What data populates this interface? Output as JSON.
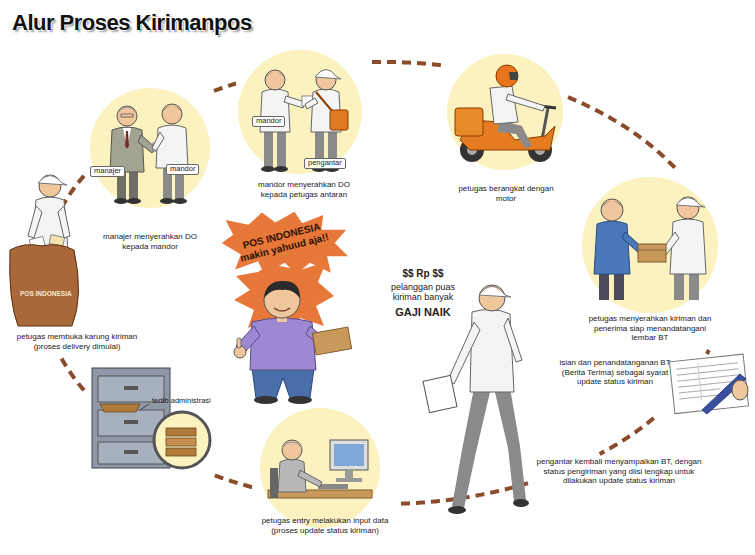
{
  "diagram": {
    "title": "Alur Proses Kirimanpos",
    "nodes": [
      {
        "text": [
          "manajer",
          "mandor",
          "manajer menyerahkan DO kepada mandor"
        ]
      },
      {
        "text": [
          "mandor",
          "pengantar",
          "mandor menyerahkan DO kepada petugas antaran"
        ]
      },
      {
        "text": [
          "petugas berangkat dengan motor"
        ]
      },
      {
        "text": [
          "petugas menyerahkan kiriman dan penerima siap menandatangani lembar BT"
        ]
      },
      {
        "text": [
          "isian dan penandatanganan BT (Berita Terima) sebagai syarat update status kiriman"
        ]
      },
      {
        "text": [
          "pengantar kembali menyampaikan BT, dengan status pengiriman yang diisi lengkap untuk dilakukan update status kiriman"
        ]
      },
      {
        "text": [
          "petugas entry melakukan input data (proses update status kiriman)"
        ]
      },
      {
        "text": [
          "tertib administrasi"
        ]
      },
      {
        "text": [
          "POS INDONESIA",
          "petugas membuka karung kiriman (proses delivery dimulai)"
        ]
      },
      {
        "text": [
          "POS INDONESIA makin yahuud aja!!"
        ]
      }
    ],
    "edges": [
      {
        "from": 0,
        "to": 1,
        "arrow": "none"
      },
      {
        "from": 1,
        "to": 2,
        "arrow": "none"
      },
      {
        "from": 2,
        "to": 3,
        "arrow": "none"
      },
      {
        "from": 3,
        "to": 4,
        "arrow": "none"
      },
      {
        "from": 4,
        "to": 5,
        "arrow": "none"
      },
      {
        "from": 5,
        "to": 6,
        "arrow": "none"
      },
      {
        "from": 6,
        "to": 7,
        "arrow": "none"
      },
      {
        "from": 7,
        "to": 8,
        "arrow": "none"
      },
      {
        "from": 8,
        "to": 0,
        "arrow": "none"
      }
    ],
    "labels": [
      "$$ Rp $$",
      "pelanggan puas kiriman banyak",
      "GAJI NAIK"
    ]
  }
}
